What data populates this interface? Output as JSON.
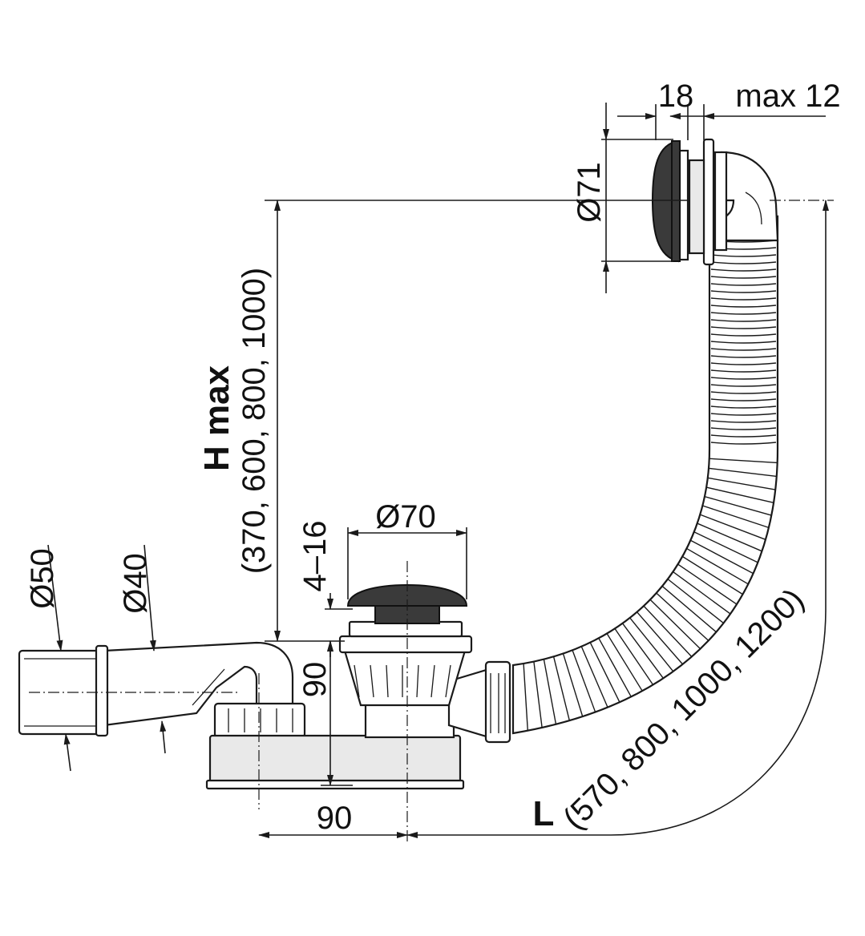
{
  "labels": {
    "dim_18": "18",
    "dim_max12": "max 12",
    "dim_d71": "Ø71",
    "dim_d70": "Ø70",
    "dim_d50": "Ø50",
    "dim_d40": "Ø40",
    "dim_4_16": "4–16",
    "dim_90_vertical": "90",
    "dim_90_horizontal": "90",
    "h_label": "H max",
    "h_values": "(370, 600, 800, 1000)",
    "l_label": "L",
    "l_values": "(570, 800, 1000, 1200)"
  },
  "colors": {
    "stroke": "#1a1a1a",
    "plug_fill": "#3a3a3a",
    "body_fill": "#e9e9e9",
    "background": "#ffffff"
  }
}
